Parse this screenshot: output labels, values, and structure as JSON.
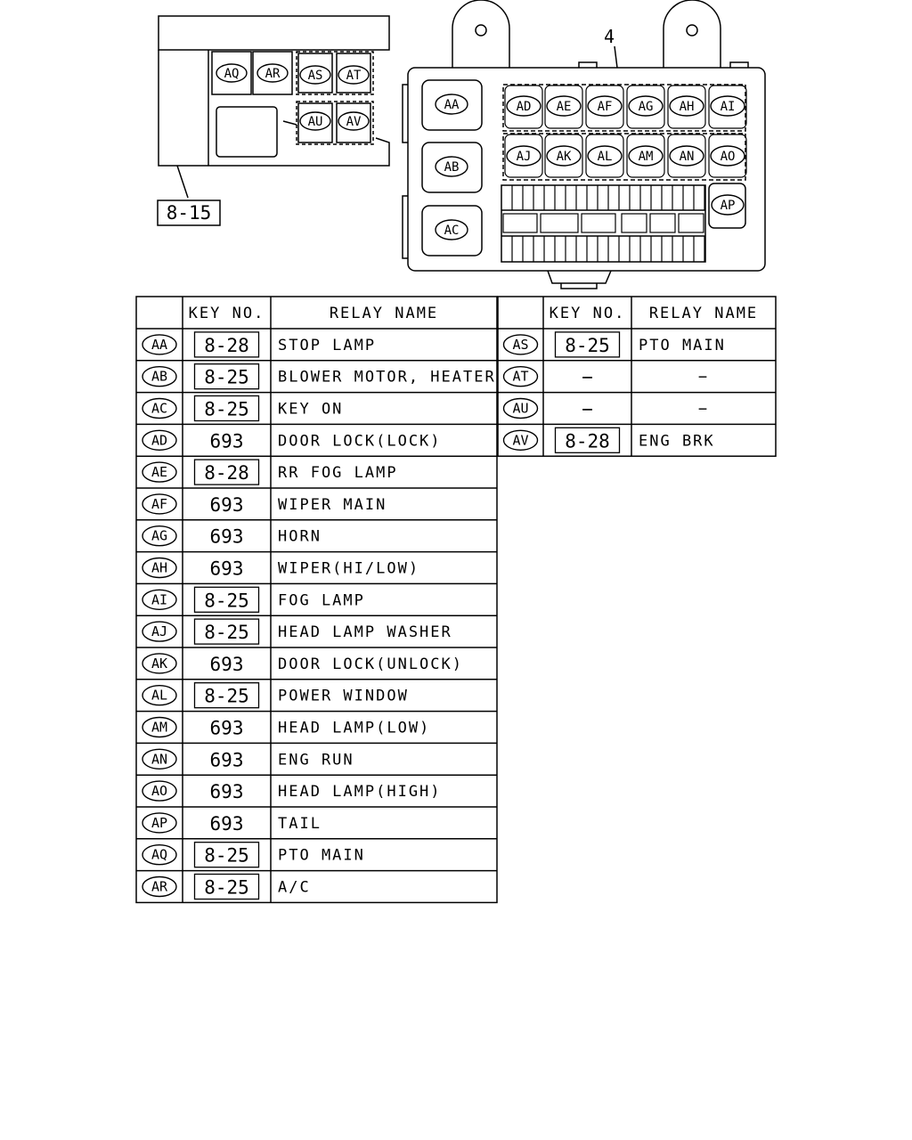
{
  "diagram": {
    "inset_callout": "8-15",
    "main_callout": "4",
    "inset_relays": [
      "AQ",
      "AR",
      "AS",
      "AT",
      "AU",
      "AV"
    ],
    "large_relays": [
      "AA",
      "AB",
      "AC"
    ],
    "small_relays_row1": [
      "AD",
      "AE",
      "AF",
      "AG",
      "AH",
      "AI"
    ],
    "small_relays_row2": [
      "AJ",
      "AK",
      "AL",
      "AM",
      "AN",
      "AO"
    ],
    "side_relay": "AP"
  },
  "table_left": {
    "headers": {
      "code": "",
      "key": "KEY NO.",
      "name": "RELAY NAME"
    },
    "rows": [
      {
        "code": "AA",
        "key": "8-28",
        "boxed": true,
        "name": "STOP LAMP"
      },
      {
        "code": "AB",
        "key": "8-25",
        "boxed": true,
        "name": "BLOWER MOTOR, HEATER"
      },
      {
        "code": "AC",
        "key": "8-25",
        "boxed": true,
        "name": "KEY ON"
      },
      {
        "code": "AD",
        "key": "693",
        "boxed": false,
        "name": "DOOR LOCK(LOCK)"
      },
      {
        "code": "AE",
        "key": "8-28",
        "boxed": true,
        "name": "RR FOG LAMP"
      },
      {
        "code": "AF",
        "key": "693",
        "boxed": false,
        "name": "WIPER MAIN"
      },
      {
        "code": "AG",
        "key": "693",
        "boxed": false,
        "name": "HORN"
      },
      {
        "code": "AH",
        "key": "693",
        "boxed": false,
        "name": "WIPER(HI/LOW)"
      },
      {
        "code": "AI",
        "key": "8-25",
        "boxed": true,
        "name": "FOG LAMP"
      },
      {
        "code": "AJ",
        "key": "8-25",
        "boxed": true,
        "name": "HEAD LAMP WASHER"
      },
      {
        "code": "AK",
        "key": "693",
        "boxed": false,
        "name": "DOOR LOCK(UNLOCK)"
      },
      {
        "code": "AL",
        "key": "8-25",
        "boxed": true,
        "name": "POWER WINDOW"
      },
      {
        "code": "AM",
        "key": "693",
        "boxed": false,
        "name": "HEAD LAMP(LOW)"
      },
      {
        "code": "AN",
        "key": "693",
        "boxed": false,
        "name": "ENG RUN"
      },
      {
        "code": "AO",
        "key": "693",
        "boxed": false,
        "name": "HEAD LAMP(HIGH)"
      },
      {
        "code": "AP",
        "key": "693",
        "boxed": false,
        "name": "TAIL"
      },
      {
        "code": "AQ",
        "key": "8-25",
        "boxed": true,
        "name": "PTO MAIN"
      },
      {
        "code": "AR",
        "key": "8-25",
        "boxed": true,
        "name": "A/C"
      }
    ]
  },
  "table_right": {
    "headers": {
      "code": "",
      "key": "KEY NO.",
      "name": "RELAY NAME"
    },
    "rows": [
      {
        "code": "AS",
        "key": "8-25",
        "boxed": true,
        "name": "PTO MAIN"
      },
      {
        "code": "AT",
        "key": "−",
        "boxed": false,
        "name": "−"
      },
      {
        "code": "AU",
        "key": "−",
        "boxed": false,
        "name": "−"
      },
      {
        "code": "AV",
        "key": "8-28",
        "boxed": true,
        "name": "ENG BRK"
      }
    ]
  }
}
